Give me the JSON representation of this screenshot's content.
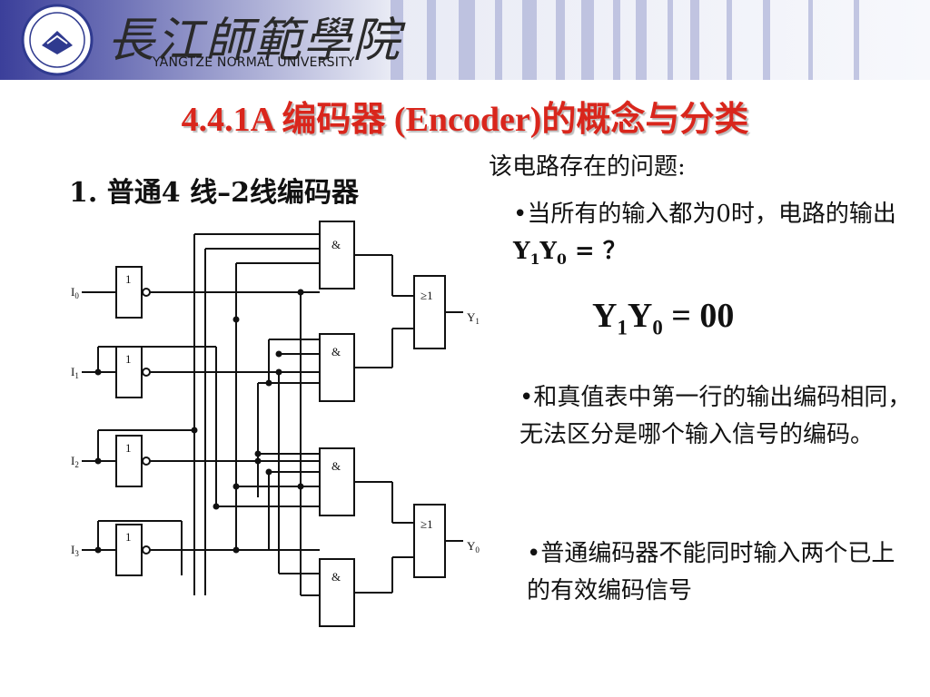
{
  "header": {
    "university_cn": "長江師範學院",
    "university_en": "YANGTZE NORMAL UNIVERSITY",
    "colors": {
      "band_dark": "#3b3f9a",
      "band_light": "#c9cde6"
    }
  },
  "slide": {
    "title": "4.4.1A 编码器 (Encoder)的概念与分类",
    "title_color": "#d9261c",
    "section": "1. 普通4 线–2线编码器",
    "problem_heading": "该电路存在的问题:",
    "question": {
      "prefix": "•当所有的输入都为0时，电路的输出",
      "y": "Y",
      "sub1": "1",
      "sub0": "0",
      "suffix": " = ？"
    },
    "answer": {
      "y": "Y",
      "sub1": "1",
      "sub0": "0",
      "eq": " = 00"
    },
    "bullet2": "•和真值表中第一行的输出编码相同，无法区分是哪个输入信号的编码。",
    "bullet3": "•普通编码器不能同时输入两个已上的有效编码信号"
  },
  "circuit": {
    "inputs": [
      "I0",
      "I1",
      "I2",
      "I3"
    ],
    "input_labels": [
      {
        "letter": "I",
        "sub": "0"
      },
      {
        "letter": "I",
        "sub": "1"
      },
      {
        "letter": "I",
        "sub": "2"
      },
      {
        "letter": "I",
        "sub": "3"
      }
    ],
    "not_gate_symbol": "1",
    "and_gate_symbol": "&",
    "or_gate_symbol": "≥1",
    "outputs": [
      {
        "letter": "Y",
        "sub": "1"
      },
      {
        "letter": "Y",
        "sub": "0"
      }
    ]
  }
}
